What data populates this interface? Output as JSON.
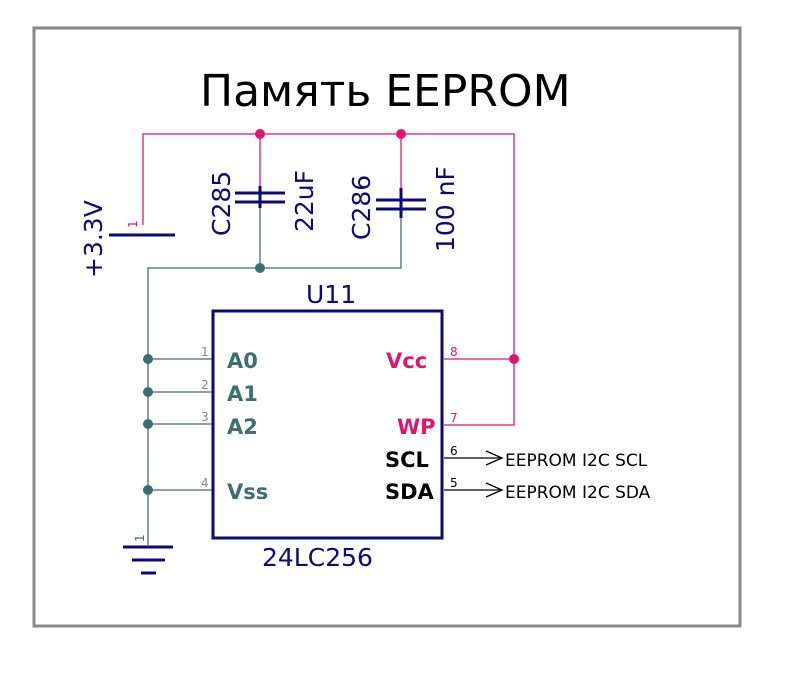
{
  "title": "Память EEPROM",
  "colors": {
    "frame": "#888888",
    "power_net": "#e0166e",
    "ground_net": "#3d6e70",
    "component": "#0a0a78",
    "signal": "#000000"
  },
  "power": {
    "label": "+3.3V",
    "pin": "1"
  },
  "ground": {
    "pin": "1"
  },
  "capacitors": [
    {
      "ref": "C285",
      "value": "22uF"
    },
    {
      "ref": "C286",
      "value": "100 nF"
    }
  ],
  "chip": {
    "ref": "U11",
    "part": "24LC256",
    "pins_left": [
      {
        "num": "1",
        "name": "A0"
      },
      {
        "num": "2",
        "name": "A1"
      },
      {
        "num": "3",
        "name": "A2"
      },
      {
        "num": "4",
        "name": "Vss"
      }
    ],
    "pins_right": [
      {
        "num": "8",
        "name": "Vcc"
      },
      {
        "num": "7",
        "name": "WP"
      },
      {
        "num": "6",
        "name": "SCL"
      },
      {
        "num": "5",
        "name": "SDA"
      }
    ]
  },
  "net_labels": [
    {
      "pin": "6",
      "text": "EEPROM I2C SCL"
    },
    {
      "pin": "5",
      "text": "EEPROM I2C SDA"
    }
  ]
}
